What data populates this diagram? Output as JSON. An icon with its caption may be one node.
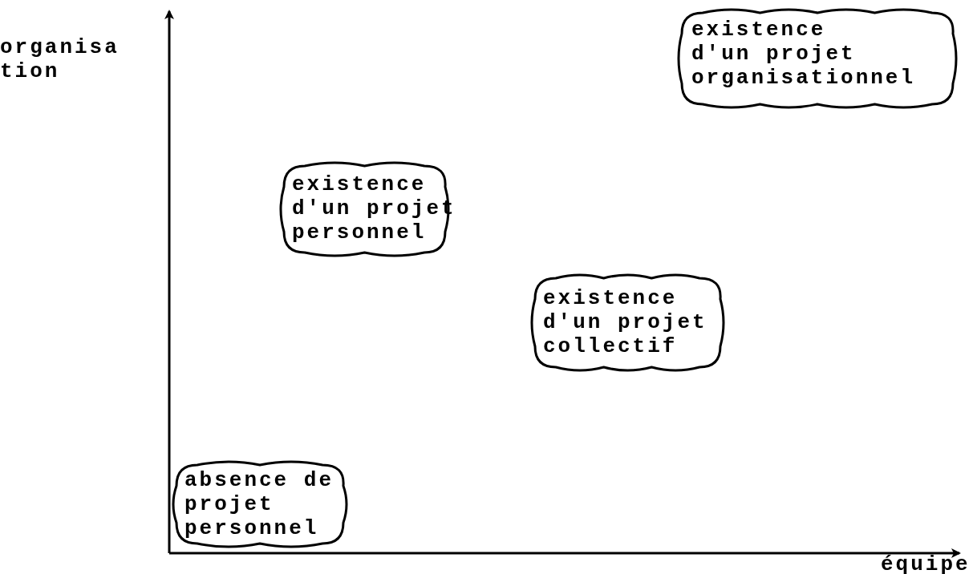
{
  "diagram": {
    "nodes": [
      {
        "text": [
          "existence d'un projet organisationnel"
        ]
      },
      {
        "text": [
          "existence d'un projet personnel"
        ]
      },
      {
        "text": [
          "existence d'un projet collectif"
        ]
      },
      {
        "text": [
          "absence de projet personnel"
        ]
      }
    ],
    "edges": [],
    "labels": [
      "organisa tion",
      "équipe"
    ]
  }
}
